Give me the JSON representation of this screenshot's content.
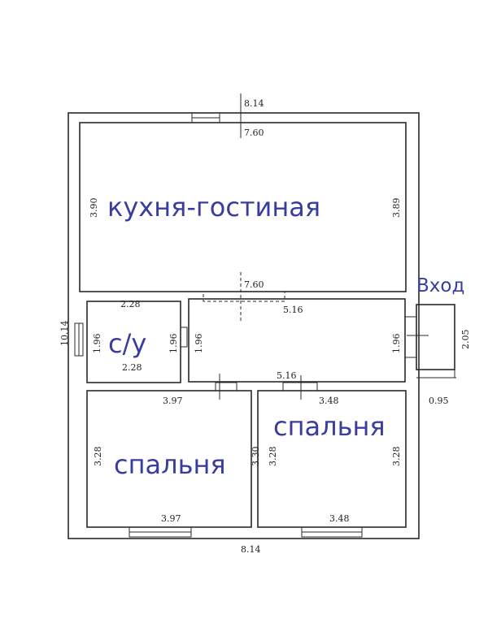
{
  "rooms": {
    "kitchen_living": "кухня-гостиная",
    "bathroom": "с/у",
    "bedroom_left": "спальня",
    "bedroom_right": "спальня",
    "entrance": "Вход"
  },
  "dimensions": {
    "top_outer": "8.14",
    "top_inner": "7.60",
    "kitchen_left": "3.90",
    "kitchen_right": "3.89",
    "kitchen_bottom": "7.60",
    "left_total": "10.14",
    "bath_top": "2.28",
    "bath_bottom": "2.28",
    "bath_left": "1.96",
    "bath_right": "1.96",
    "hall_left": "1.96",
    "hall_right": "1.96",
    "hall_top": "5.16",
    "hall_bottom": "5.16",
    "entrance_height": "2.05",
    "entrance_width": "0.95",
    "bed_left_top": "3.97",
    "bed_left_bottom": "3.97",
    "bed_left_left": "3.28",
    "bed_left_right": "3.30",
    "bed_right_top": "3.48",
    "bed_right_bottom": "3.48",
    "bed_right_left": "3.28",
    "bed_right_right": "3.28",
    "bottom_outer": "8.14"
  }
}
